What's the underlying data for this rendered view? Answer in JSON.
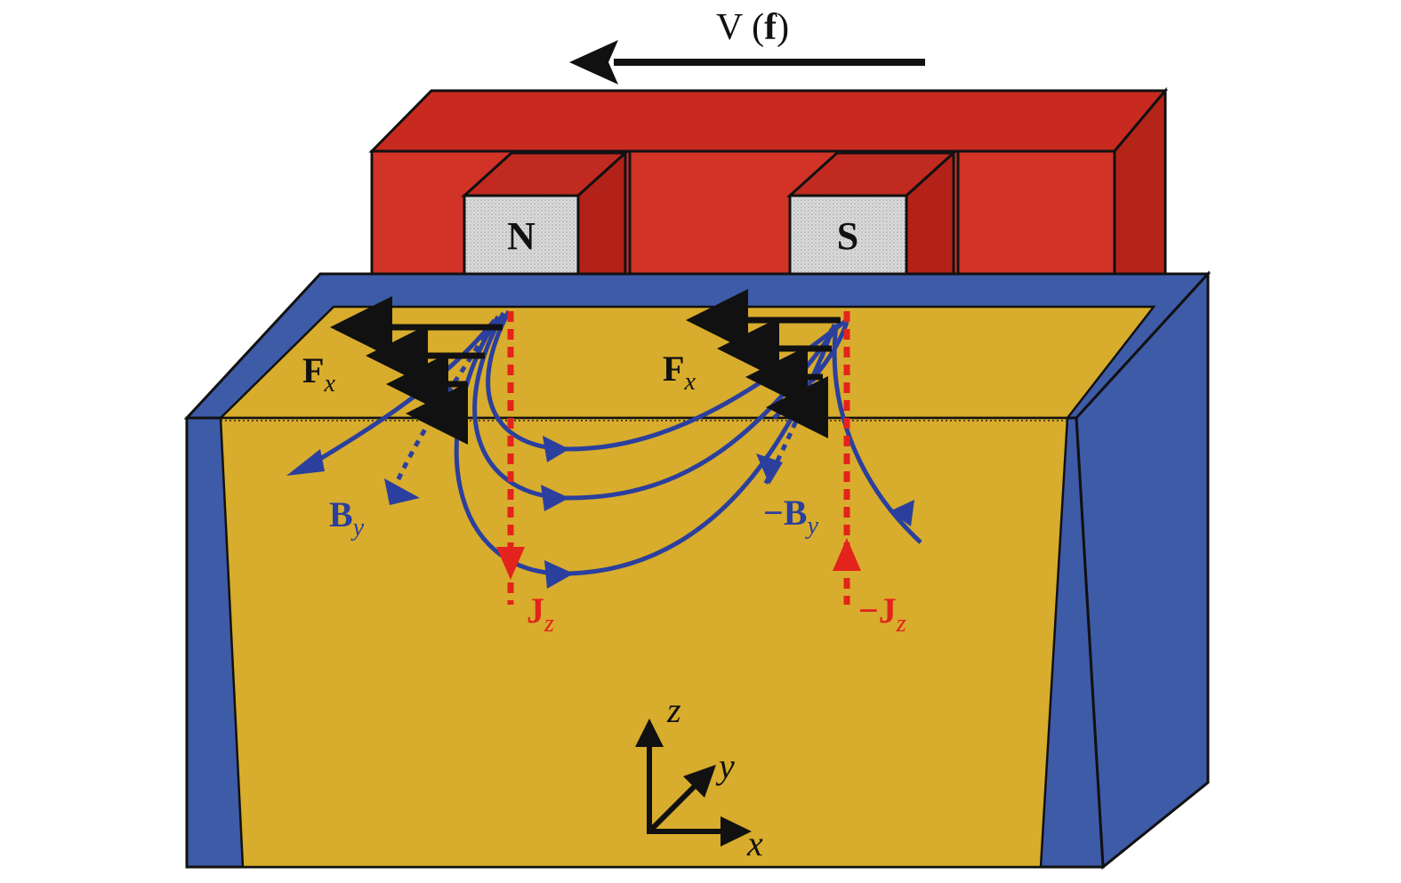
{
  "velocity": {
    "label": "V (",
    "label_bold": "f",
    "label_close": ")"
  },
  "poles": {
    "north": "N",
    "south": "S"
  },
  "force": {
    "symbol": "F",
    "subscript": "x"
  },
  "field": {
    "symbol": "B",
    "subscript": "y",
    "negative_prefix": "−"
  },
  "current": {
    "symbol": "J",
    "subscript": "z",
    "negative_prefix": "−"
  },
  "axes": {
    "z": "z",
    "y": "y",
    "x": "x"
  },
  "colors": {
    "magnet_body": "#d13327",
    "magnet_top": "#c82a20",
    "pole_face": "#d9d9d9",
    "plate_face": "#d8ac2c",
    "plate_frame": "#3e5ba8",
    "field_lines": "#2b3f9e",
    "current_arrows": "#e3231c",
    "force_arrows": "#111111"
  },
  "icons": [
    "velocity-arrow-icon",
    "force-arrow-icon",
    "field-line-icon",
    "current-arrow-icon",
    "coordinate-axes-icon"
  ]
}
